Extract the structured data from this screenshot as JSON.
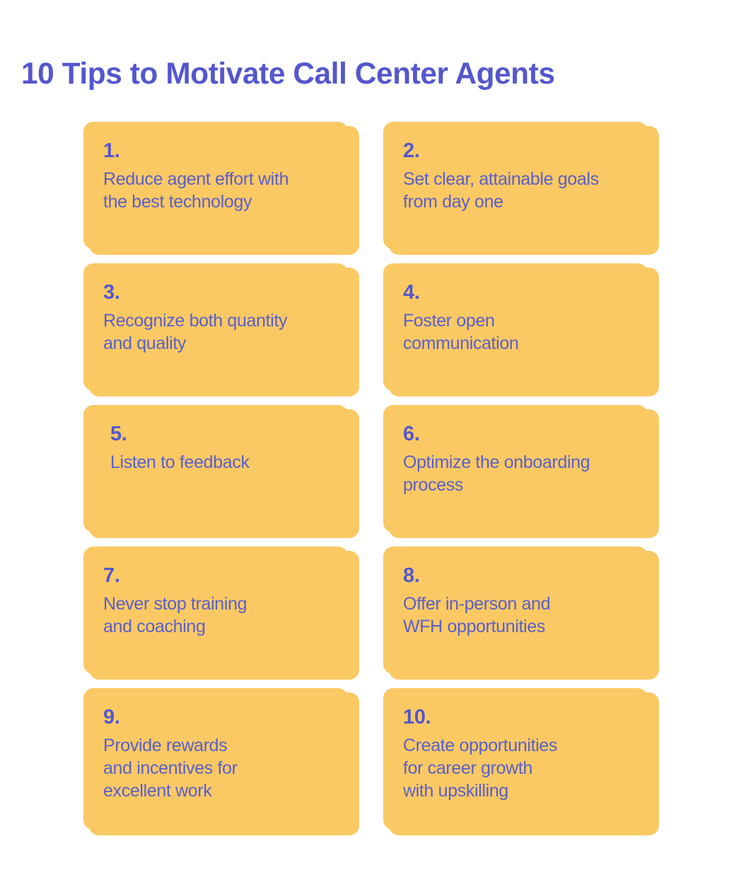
{
  "header": {
    "title": "10 Tips to Motivate Call Center Agents"
  },
  "colors": {
    "background": "#ffffff",
    "card_fill": "#fac964",
    "title_text": "#5457cd",
    "number_text": "#5457cd",
    "body_text": "#5b5fc9"
  },
  "layout": {
    "columns": 2,
    "rows": 5,
    "total_tips": 10
  },
  "tips": [
    {
      "number": "1.",
      "text": "Reduce agent effort with\nthe best technology",
      "lines": 2,
      "indented": false
    },
    {
      "number": "2.",
      "text": "Set clear, attainable goals\nfrom day one",
      "lines": 2,
      "indented": false
    },
    {
      "number": "3.",
      "text": "Recognize both quantity\nand quality",
      "lines": 2,
      "indented": false
    },
    {
      "number": "4.",
      "text": "Foster open\ncommunication",
      "lines": 2,
      "indented": false
    },
    {
      "number": "5.",
      "text": "Listen to feedback",
      "lines": 1,
      "indented": true
    },
    {
      "number": "6.",
      "text": "Optimize the onboarding\nprocess",
      "lines": 2,
      "indented": false
    },
    {
      "number": "7.",
      "text": "Never stop training\nand coaching",
      "lines": 2,
      "indented": false
    },
    {
      "number": "8.",
      "text": "Offer in-person and\nWFH opportunities",
      "lines": 2,
      "indented": false
    },
    {
      "number": "9.",
      "text": "Provide rewards\nand incentives for\nexcellent work",
      "lines": 3,
      "indented": false
    },
    {
      "number": "10.",
      "text": "Create opportunities\nfor career growth\nwith upskilling",
      "lines": 3,
      "indented": false
    }
  ]
}
